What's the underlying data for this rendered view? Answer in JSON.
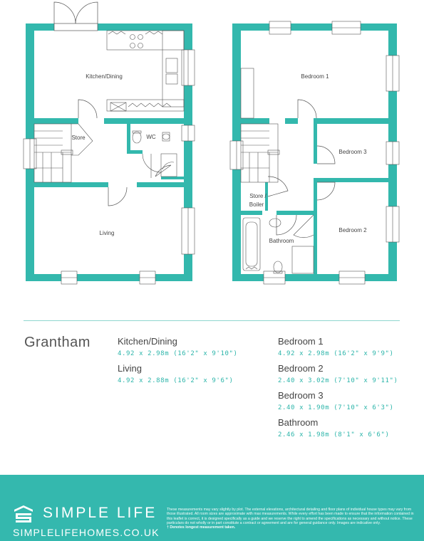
{
  "plan": {
    "ground_rooms": [
      "Kitchen/Dining",
      "Store",
      "WC",
      "Living"
    ],
    "first_rooms": [
      "Bedroom 1",
      "Bedroom 3",
      "Store /",
      "Boiler",
      "Bedroom 2",
      "Bathroom"
    ]
  },
  "schedule": {
    "house_name": "Grantham",
    "left": [
      {
        "name": "Kitchen/Dining",
        "dims": "4.92 x 2.98m (16'2\" x 9'10\")"
      },
      {
        "name": "Living",
        "dims": "4.92 x 2.88m (16'2\" x 9'6\")"
      }
    ],
    "right": [
      {
        "name": "Bedroom 1",
        "dims": "4.92 x 2.98m (16'2\" x 9'9\")"
      },
      {
        "name": "Bedroom 2",
        "dims": "2.40 x 3.02m (7'10\" x 9'11\")"
      },
      {
        "name": "Bedroom 3",
        "dims": "2.40 x 1.90m (7'10\" x 6'3\")"
      },
      {
        "name": "Bathroom",
        "dims": "2.46 x 1.98m (8'1\" x 6'6\")"
      }
    ]
  },
  "footer": {
    "brand": "SIMPLE LIFE",
    "url": "SIMPLELIFEHOMES.CO.UK",
    "disclaimer": "These measurements may vary slightly by plot. The external elevations, architectural detailing and floor plans of individual house types may vary from those illustrated. All room sizes are approximate with max measurements. While every effort has been made to ensure that the information contained in this leaflet is correct, it is designed specifically as a guide and we reserve the right to amend the specifications as necessary and without notice. These particulars do not wholly or in part constitute a contract or agreement and are for general guidance only. Images are indicative only.",
    "note": "† Denotes longest measurement taken.",
    "colors": {
      "teal": "#34b8ae",
      "wall": "#33b8ad"
    }
  }
}
